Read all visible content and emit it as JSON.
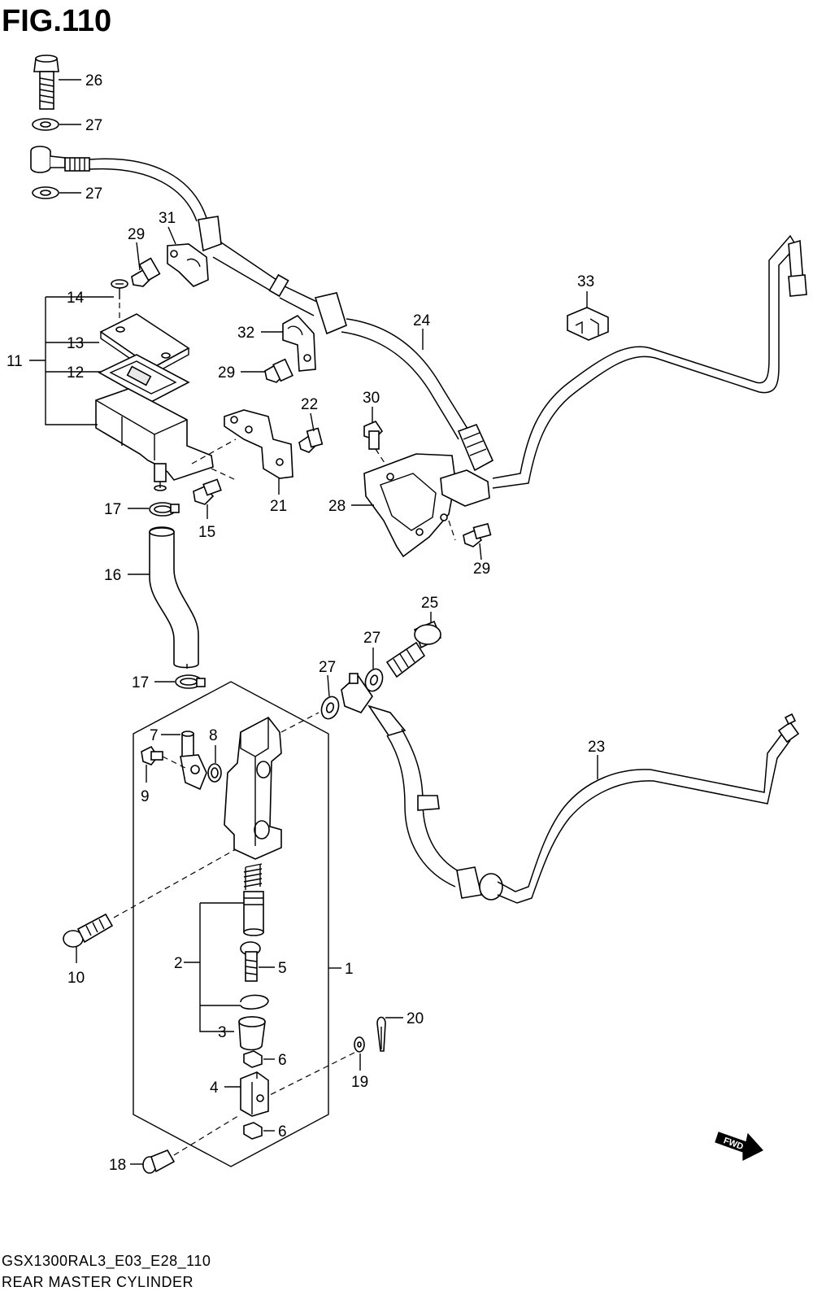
{
  "figure": {
    "title": "FIG.110",
    "model_code": "GSX1300RAL3_E03_E28_110",
    "caption": "REAR MASTER CYLINDER",
    "fwd_label": "FWD"
  },
  "callouts": {
    "c26": "26",
    "c27a": "27",
    "c27b": "27",
    "c31": "31",
    "c29a": "29",
    "c14": "14",
    "c13": "13",
    "c11": "11",
    "c12": "12",
    "c32": "32",
    "c29b": "29",
    "c24": "24",
    "c33": "33",
    "c30": "30",
    "c22": "22",
    "c21": "21",
    "c28": "28",
    "c17a": "17",
    "c15": "15",
    "c29c": "29",
    "c16": "16",
    "c25": "25",
    "c27c": "27",
    "c27d": "27",
    "c17b": "17",
    "c7": "7",
    "c8": "8",
    "c9": "9",
    "c23": "23",
    "c10": "10",
    "c2": "2",
    "c5": "5",
    "c1": "1",
    "c20": "20",
    "c3": "3",
    "c6a": "6",
    "c19": "19",
    "c4": "4",
    "c6b": "6",
    "c18": "18"
  }
}
